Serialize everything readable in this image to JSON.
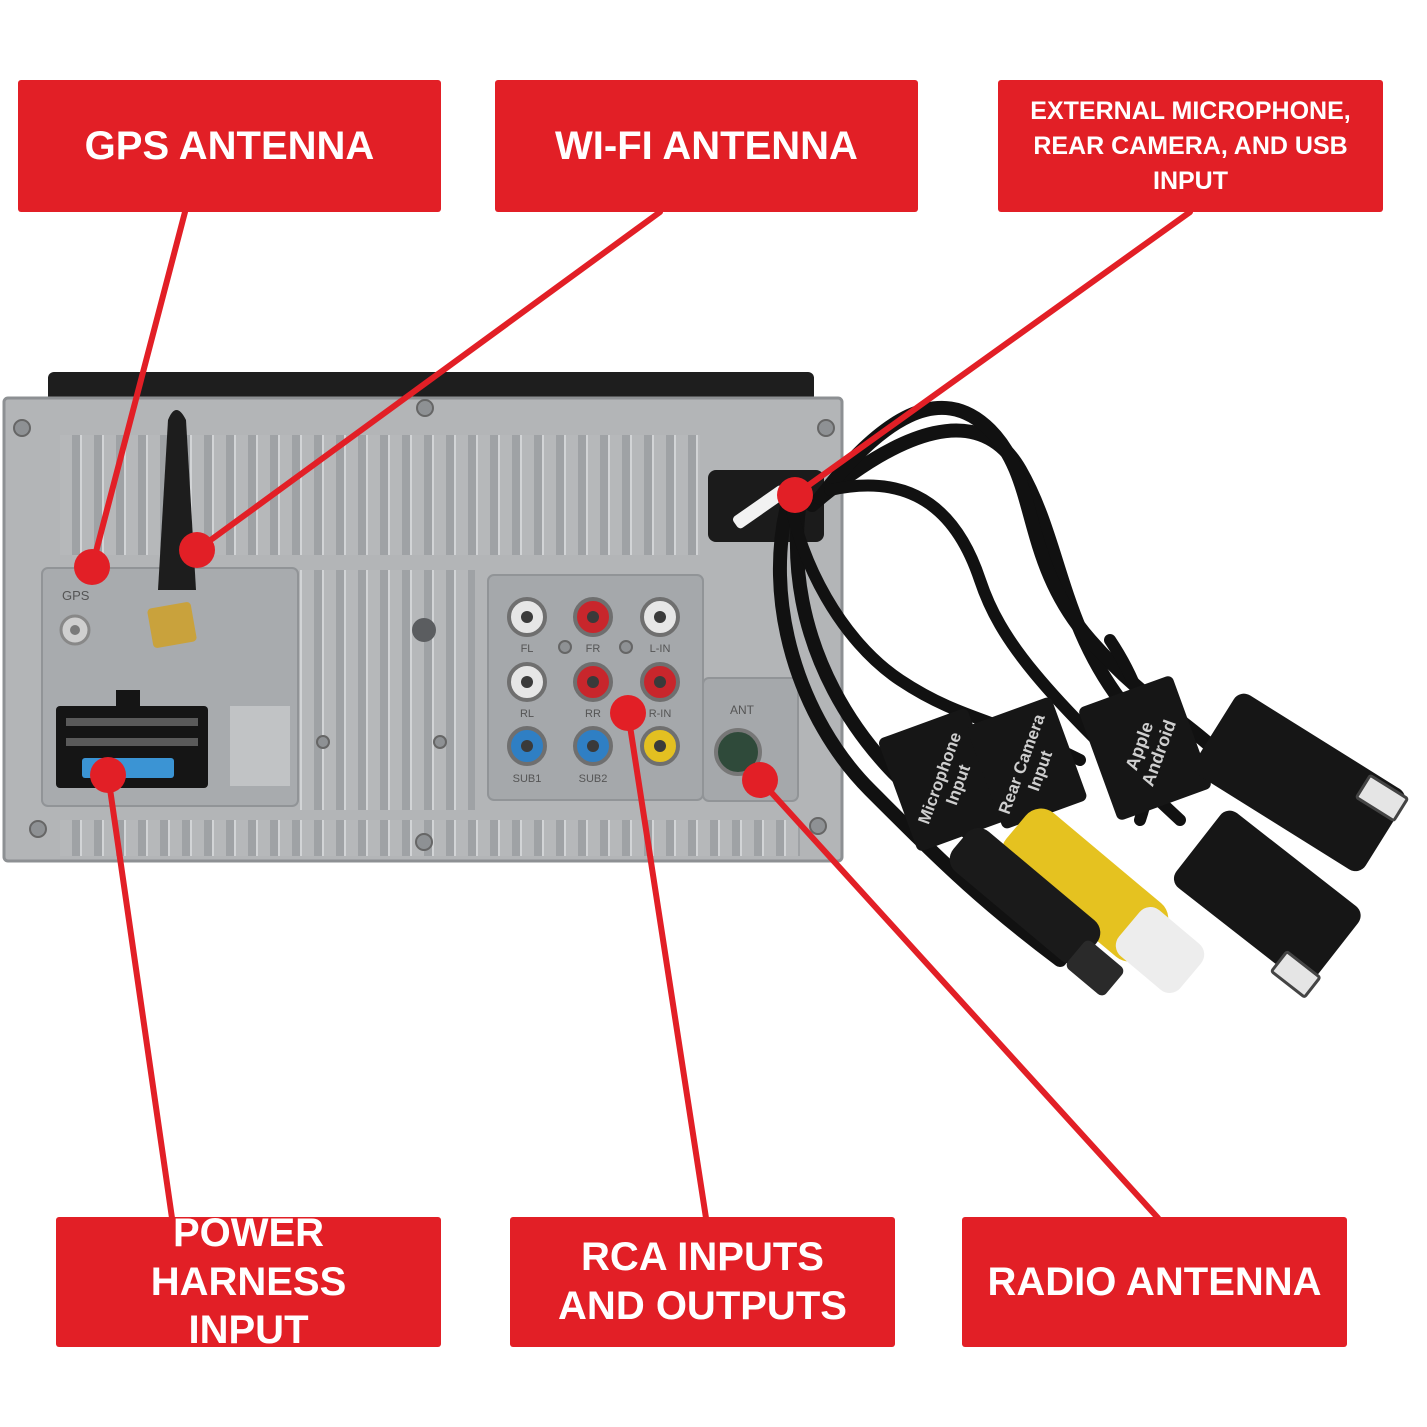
{
  "callouts": {
    "gps": "GPS ANTENNA",
    "wifi": "WI-FI ANTENNA",
    "external": "EXTERNAL MICROPHONE,\nREAR CAMERA, AND USB\nINPUT",
    "power": "POWER HARNESS\nINPUT",
    "rca": "RCA INPUTS\nAND OUTPUTS",
    "radio": "RADIO ANTENNA"
  },
  "panel_labels": {
    "gps": "GPS",
    "ant": "ANT",
    "fl": "FL",
    "fr": "FR",
    "lin": "L-IN",
    "rl": "RL",
    "rr": "RR",
    "rin": "R-IN",
    "sub1": "SUB1",
    "sub2": "SUB2"
  },
  "cable_tags": {
    "mic": "Microphone\nInput",
    "cam": "Rear Camera\nInput",
    "usb": "Apple\nAndroid"
  },
  "colors": {
    "callout_red": "#e21f26",
    "chassis": "#b3b5b7",
    "rca_red": "#c8262c",
    "rca_white": "#e6e6e6",
    "rca_blue": "#2f7fc4",
    "rca_yellow": "#e3c021"
  }
}
